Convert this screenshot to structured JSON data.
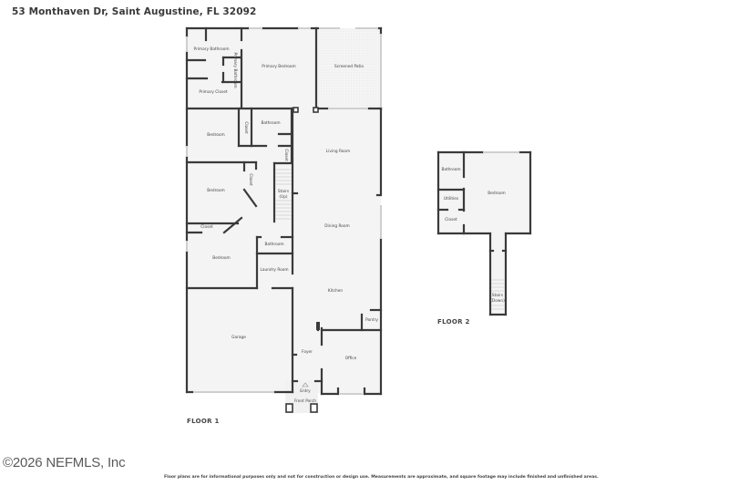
{
  "header": {
    "address": "53 Monthaven Dr, Saint Augustine, FL 32092"
  },
  "colors": {
    "wall": "#3a3a3a",
    "floor": "#f4f4f4",
    "window": "#cfcfcf",
    "background": "#ffffff"
  },
  "floor1": {
    "label": "FLOOR 1",
    "rooms": {
      "primary_bathroom": "Primary Bathroom",
      "primary_bathroom_2": "Primary Bathroom",
      "primary_closet": "Primary Closet",
      "primary_bedroom": "Primary Bedroom",
      "screened_patio": "Screened Patio",
      "bedroom_1": "Bedroom",
      "closet_1": "Closet",
      "bathroom_1": "Bathroom",
      "closet_2": "Closet",
      "living_room": "Living Room",
      "bedroom_2": "Bedroom",
      "closet_3": "Closet",
      "stairs_up": "Stairs",
      "stairs_up_dir": "(Up)",
      "closet_4": "Closet",
      "dining_room": "Dining Room",
      "bedroom_3": "Bedroom",
      "bathroom_2": "Bathroom",
      "laundry_room": "Laundry Room",
      "kitchen": "Kitchen",
      "pantry": "Pantry",
      "garage": "Garage",
      "foyer": "Foyer",
      "office": "Office",
      "entry": "Entry",
      "front_porch": "Front Porch"
    }
  },
  "floor2": {
    "label": "FLOOR 2",
    "rooms": {
      "bathroom": "Bathroom",
      "bedroom": "Bedroom",
      "utilities": "Utilities",
      "closet": "Closet",
      "stairs": "Stairs",
      "stairs_dir": "(Down)"
    }
  },
  "footer": {
    "copyright": "©2026 NEFMLS, Inc",
    "disclaimer": "Floor plans are for informational purposes only and not for construction or design use. Measurements are approximate, and square footage may include finished and unfinished areas."
  }
}
